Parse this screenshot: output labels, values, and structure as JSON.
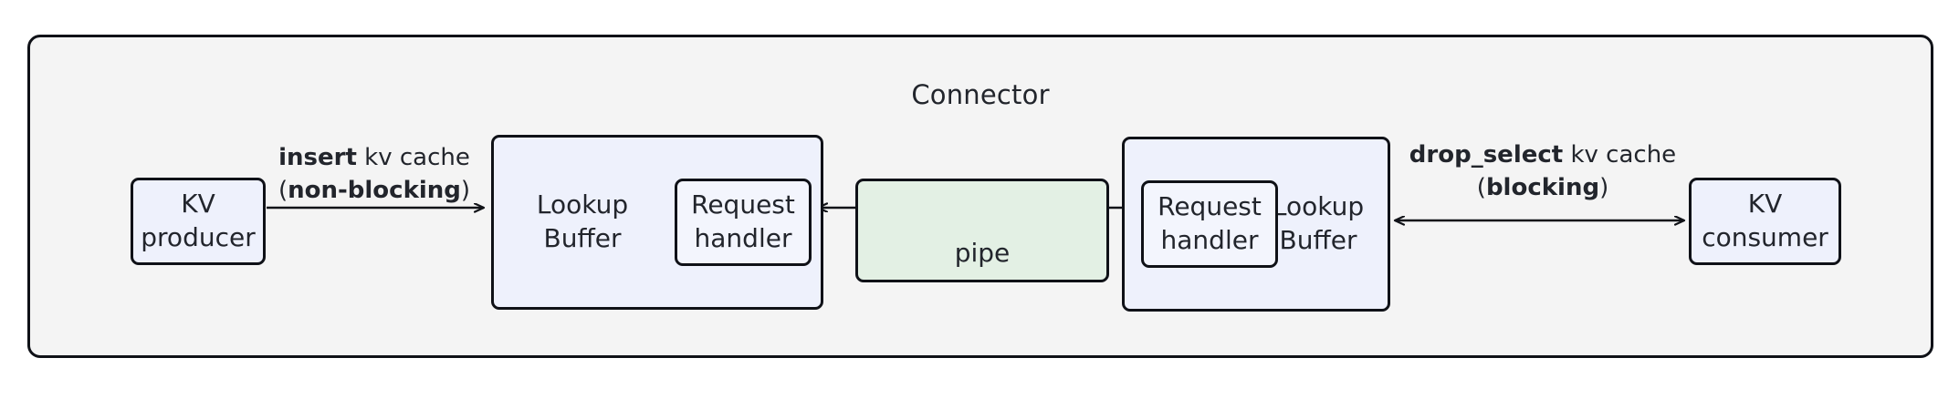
{
  "diagram": {
    "container": {
      "title": "Connector"
    },
    "nodes": [
      {
        "id": "kv-producer",
        "label": "KV\nproducer",
        "line1": "KV",
        "line2": "producer",
        "fill": "#eef1fc"
      },
      {
        "id": "lookup-buffer-left",
        "label": "Lookup\nBuffer",
        "line1": "Lookup",
        "line2": "Buffer",
        "fill": "#eef1fc"
      },
      {
        "id": "request-handler-left",
        "label": "Request\nhandler",
        "line1": "Request",
        "line2": "handler",
        "fill": "#f3f5fd"
      },
      {
        "id": "pipe",
        "label": "pipe",
        "fill": "#e3f0e4"
      },
      {
        "id": "request-handler-right",
        "label": "Request\nhandler",
        "line1": "Request",
        "line2": "handler",
        "fill": "#f3f5fd"
      },
      {
        "id": "lookup-buffer-right",
        "label": "Lookup\nBuffer",
        "line1": "Lookup",
        "line2": "Buffer",
        "fill": "#eef1fc"
      },
      {
        "id": "kv-consumer",
        "label": "KV\nconsumer",
        "line1": "KV",
        "line2": "consumer",
        "fill": "#eef1fc"
      }
    ],
    "edges": [
      {
        "id": "insert-edge",
        "from": "kv-producer",
        "to": "lookup-buffer-left",
        "direction": "right",
        "label_line1_bold": "insert",
        "label_line1_rest": " kv cache",
        "label_line2_open": "(",
        "label_line2_bold": "non-blocking",
        "label_line2_close": ")"
      },
      {
        "id": "pipe-to-left-handler-edge",
        "from": "pipe",
        "to": "request-handler-left",
        "direction": "left"
      },
      {
        "id": "pipe-to-right-handler-edge",
        "from": "pipe",
        "to": "request-handler-right",
        "direction": "right"
      },
      {
        "id": "drop-select-edge",
        "from": "lookup-buffer-right",
        "to": "kv-consumer",
        "direction": "both",
        "label_line1_bold": "drop_select",
        "label_line1_rest": " kv cache",
        "label_line2_open": "(",
        "label_line2_bold": "blocking",
        "label_line2_close": ")"
      }
    ],
    "colors": {
      "container_fill": "#f4f4f4",
      "node_blue": "#eef1fc",
      "node_green": "#e3f0e4",
      "stroke": "#0f1117",
      "text": "#22252c"
    }
  }
}
